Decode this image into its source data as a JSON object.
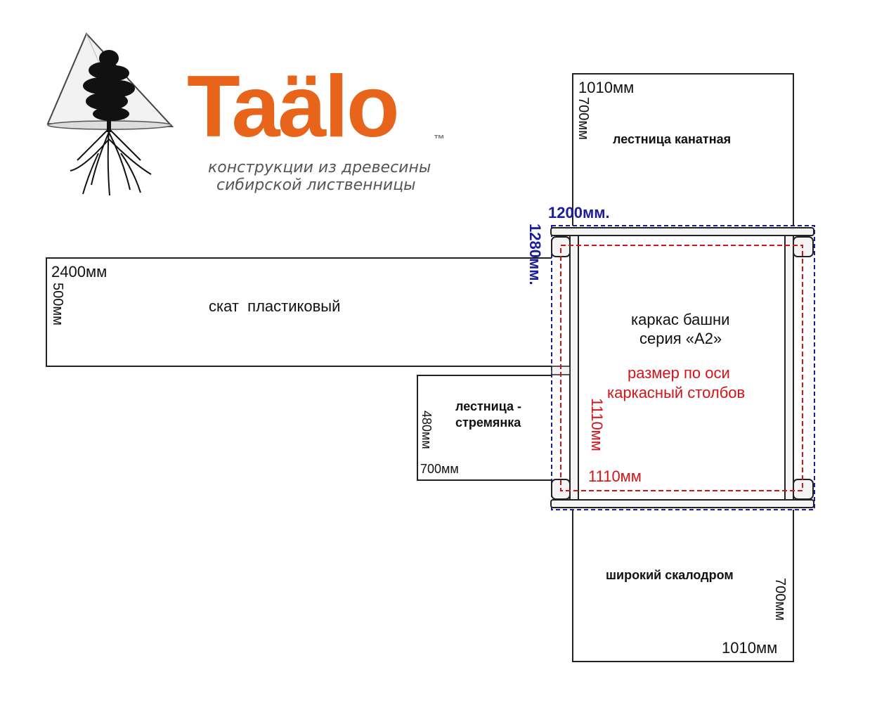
{
  "brand": {
    "name": "Taälo",
    "tm": "™",
    "tagline_line1": "конструкции из древесины",
    "tagline_line2": "сибирской лиственницы"
  },
  "rope_ladder": {
    "title": "лестница канатная",
    "width": "1010мм",
    "depth": "700мм"
  },
  "slide": {
    "title": "скат  пластиковый",
    "length": "2400мм",
    "width": "500мм"
  },
  "step_ladder": {
    "title_line1": "лестница -",
    "title_line2": "стремянка",
    "depth": "480мм",
    "width": "700мм"
  },
  "tower": {
    "title_line1": "каркас башни",
    "title_line2": "серия «А2»",
    "axis_note_line1": "размер по оси",
    "axis_note_line2": "каркасный столбов",
    "axis_height": "1110мм",
    "axis_width": "1110мм",
    "outer_width": "1200мм.",
    "outer_height": "1280мм."
  },
  "climbing_wall": {
    "title": "широкий скалодром",
    "depth": "700мм",
    "width": "1010мм"
  },
  "colors": {
    "brand_orange": "#e8641b",
    "axis_red": "#d2141a",
    "outer_blue": "#1a1d9c"
  }
}
